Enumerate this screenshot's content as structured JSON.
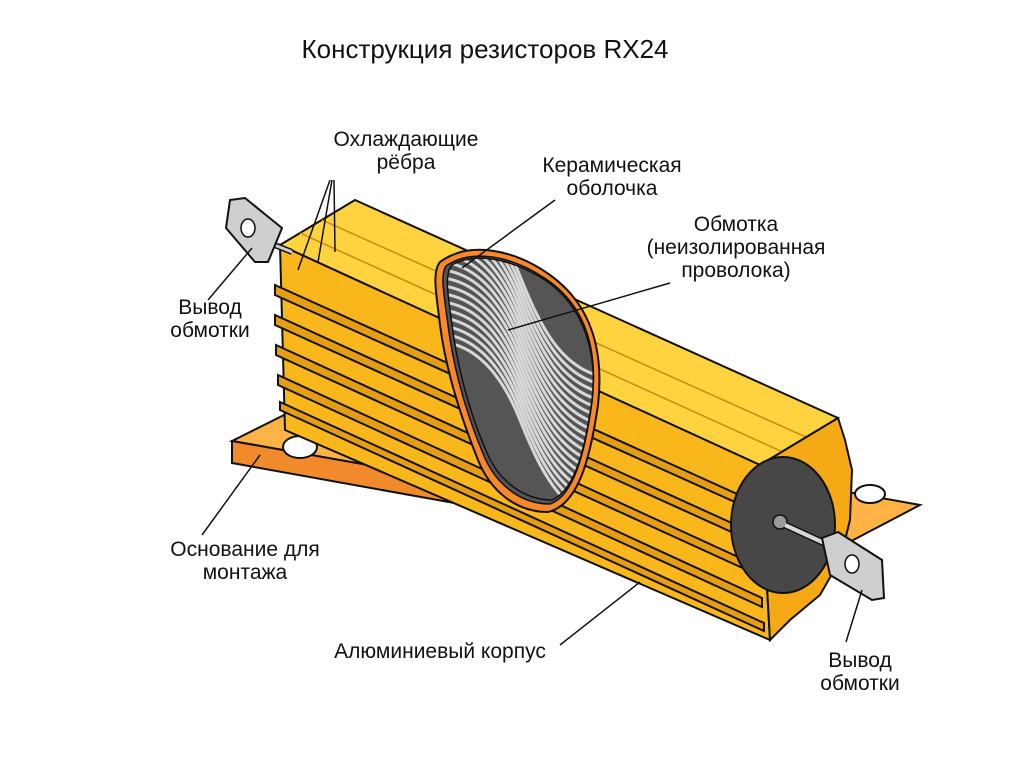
{
  "title": "Конструкция резисторов RX24",
  "labels": {
    "cooling_fins": {
      "line1": "Охлаждающие",
      "line2": "рёбра"
    },
    "ceramic_shell": {
      "line1": "Керамическая",
      "line2": "оболочка"
    },
    "winding": {
      "line1": "Обмотка",
      "line2": "(неизолированная",
      "line3": "проволока)"
    },
    "lead_left": {
      "line1": "Вывод",
      "line2": "обмотки"
    },
    "mount_base": {
      "line1": "Основание для",
      "line2": "монтажа"
    },
    "housing": {
      "line1": "Алюминиевый корпус"
    },
    "lead_right": {
      "line1": "Вывод",
      "line2": "обмотки"
    }
  },
  "colors": {
    "housing": "#F9B71C",
    "housing_dark": "#E8A010",
    "housing_light": "#FFD23F",
    "base": "#FFA238",
    "ceramic": "#F7892A",
    "core": "#555555",
    "wire": "#B0B0B0",
    "end_cap": "#474747",
    "outline": "#111111"
  }
}
